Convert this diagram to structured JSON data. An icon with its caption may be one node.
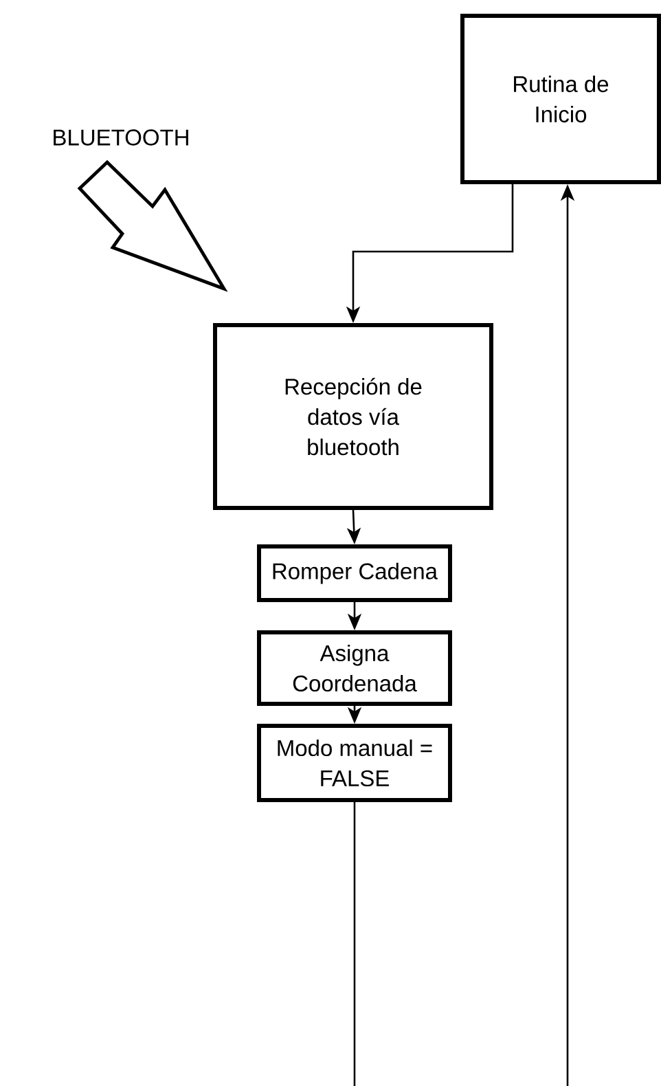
{
  "diagram": {
    "nodes": [
      {
        "text": [
          "Rutina de Inicio"
        ]
      },
      {
        "text": [
          "Recepción de datos vía bluetooth"
        ]
      },
      {
        "text": [
          "Romper Cadena"
        ]
      },
      {
        "text": [
          "Asigna Coordenada"
        ]
      },
      {
        "text": [
          "Modo manual = FALSE"
        ]
      },
      {
        "text": [
          "BLUETOOTH"
        ]
      }
    ],
    "edges": [
      {
        "from": 0,
        "to": 1,
        "arrow": "to"
      },
      {
        "from": 1,
        "to": 2,
        "arrow": "to"
      },
      {
        "from": 2,
        "to": 3,
        "arrow": "to"
      },
      {
        "from": 3,
        "to": 4,
        "arrow": "to"
      },
      {
        "from": 4,
        "to": null,
        "arrow": "none"
      },
      {
        "from": null,
        "to": 0,
        "arrow": "to"
      },
      {
        "from": 5,
        "to": 1,
        "arrow": "to",
        "style": "thick"
      }
    ]
  }
}
